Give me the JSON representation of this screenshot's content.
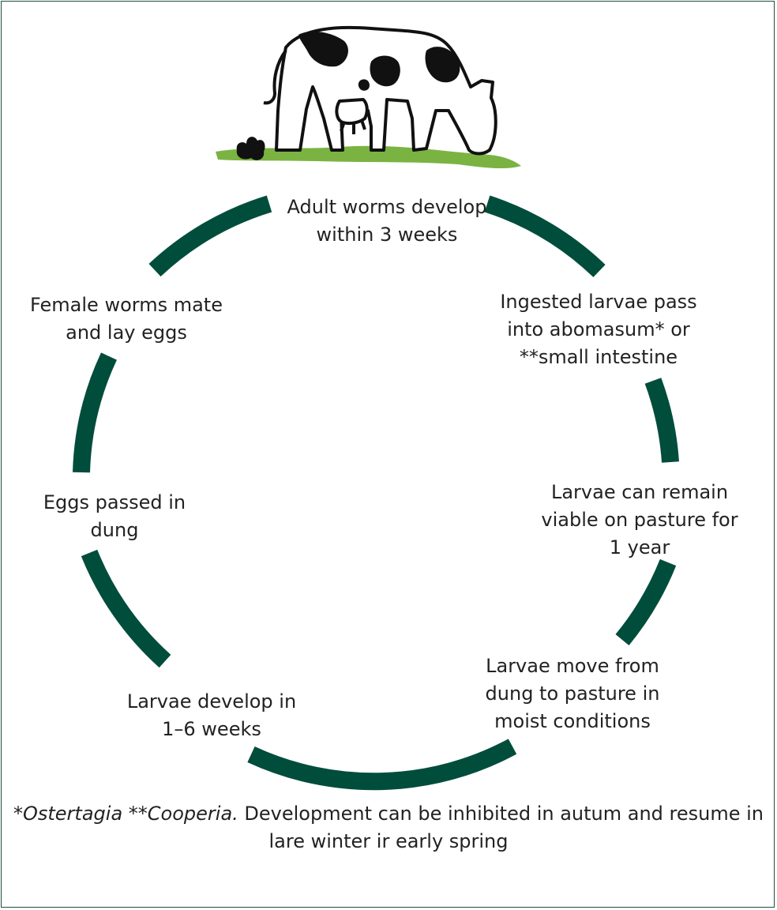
{
  "colors": {
    "ring": "#004d3c",
    "grass": "#7ab342",
    "cow_outline": "#111111",
    "spots": "#111111",
    "frame": "#1f4f3f"
  },
  "icons": [
    "cow-icon",
    "dung-icon",
    "grass-icon"
  ],
  "stages": [
    {
      "id": "adult-worms",
      "lines": [
        "Adult worms develop",
        "within 3 weeks"
      ]
    },
    {
      "id": "ingested-larvae",
      "lines": [
        "Ingested larvae pass",
        "into abomasum* or",
        "**small intestine"
      ]
    },
    {
      "id": "larvae-viable",
      "lines": [
        "Larvae can remain",
        "viable on pasture for",
        "1 year"
      ]
    },
    {
      "id": "larvae-move",
      "lines": [
        "Larvae move from",
        "dung to pasture in",
        "moist conditions"
      ]
    },
    {
      "id": "larvae-develop",
      "lines": [
        "Larvae develop in",
        "1–6 weeks"
      ]
    },
    {
      "id": "eggs-passed",
      "lines": [
        "Eggs passed in",
        "dung"
      ]
    },
    {
      "id": "female-worms",
      "lines": [
        "Female worms mate",
        "and lay eggs"
      ]
    }
  ],
  "footnote": {
    "mark1": "*",
    "term1": "Ostertagia",
    "mark2": " **",
    "term2": "Cooperia.",
    "rest": " Development can be inhibited in autum and resume in",
    "line2": "lare winter ir early spring"
  }
}
